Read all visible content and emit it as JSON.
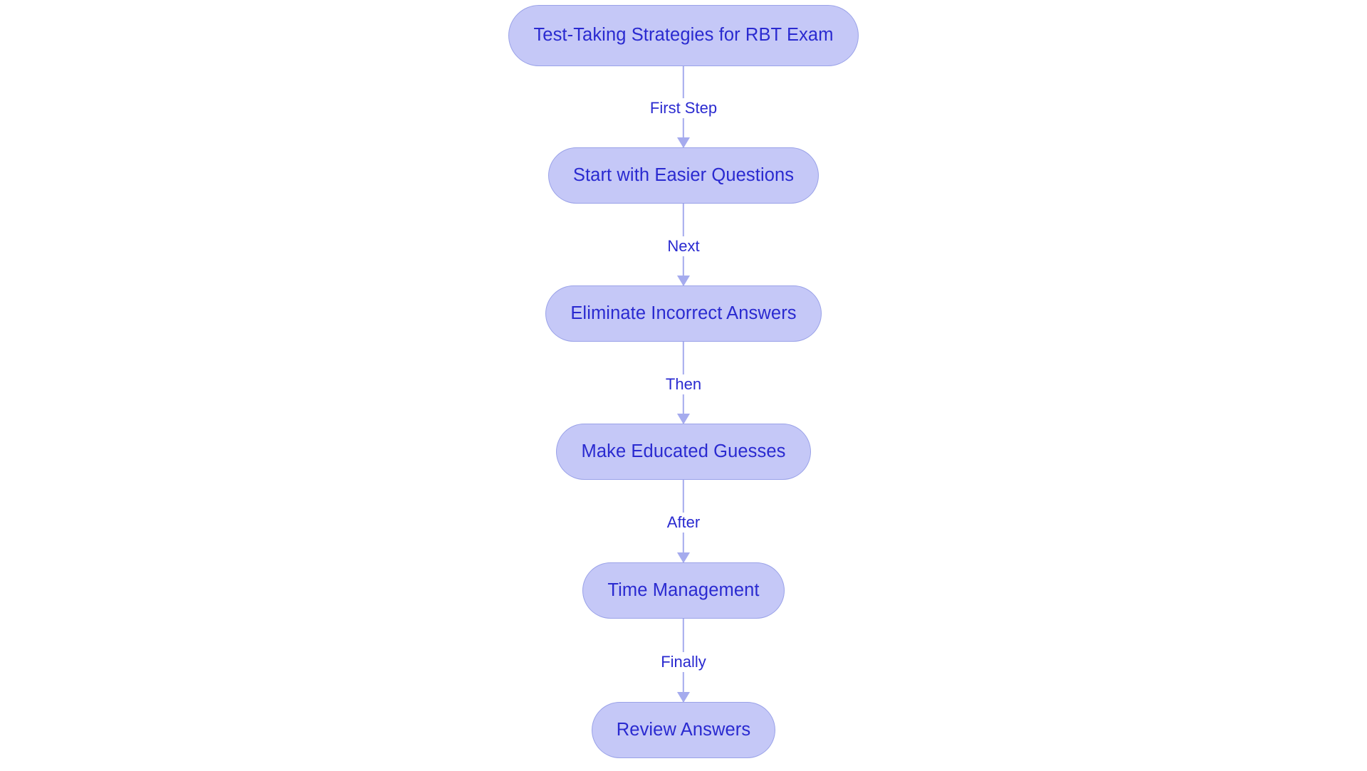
{
  "diagram": {
    "type": "flowchart",
    "orientation": "top-to-bottom",
    "title": "Test-Taking Strategies for RBT Exam",
    "colors": {
      "node_fill": "#c5c8f7",
      "node_stroke": "#9aa2e8",
      "node_text": "#2a2ad0",
      "connector": "#a5abee",
      "edge_label_text": "#2a2ad0",
      "background": "#ffffff"
    },
    "nodes": [
      {
        "id": "root",
        "label": "Test-Taking Strategies for RBT Exam",
        "shape": "stadium"
      },
      {
        "id": "easier",
        "label": "Start with Easier Questions",
        "shape": "stadium"
      },
      {
        "id": "eliminate",
        "label": "Eliminate Incorrect Answers",
        "shape": "stadium"
      },
      {
        "id": "guesses",
        "label": "Make Educated Guesses",
        "shape": "stadium"
      },
      {
        "id": "time",
        "label": "Time Management",
        "shape": "stadium"
      },
      {
        "id": "review",
        "label": "Review Answers",
        "shape": "stadium"
      }
    ],
    "edges": [
      {
        "from": "root",
        "to": "easier",
        "label": "First Step"
      },
      {
        "from": "easier",
        "to": "eliminate",
        "label": "Next"
      },
      {
        "from": "eliminate",
        "to": "guesses",
        "label": "Then"
      },
      {
        "from": "guesses",
        "to": "time",
        "label": "After"
      },
      {
        "from": "time",
        "to": "review",
        "label": "Finally"
      }
    ]
  }
}
